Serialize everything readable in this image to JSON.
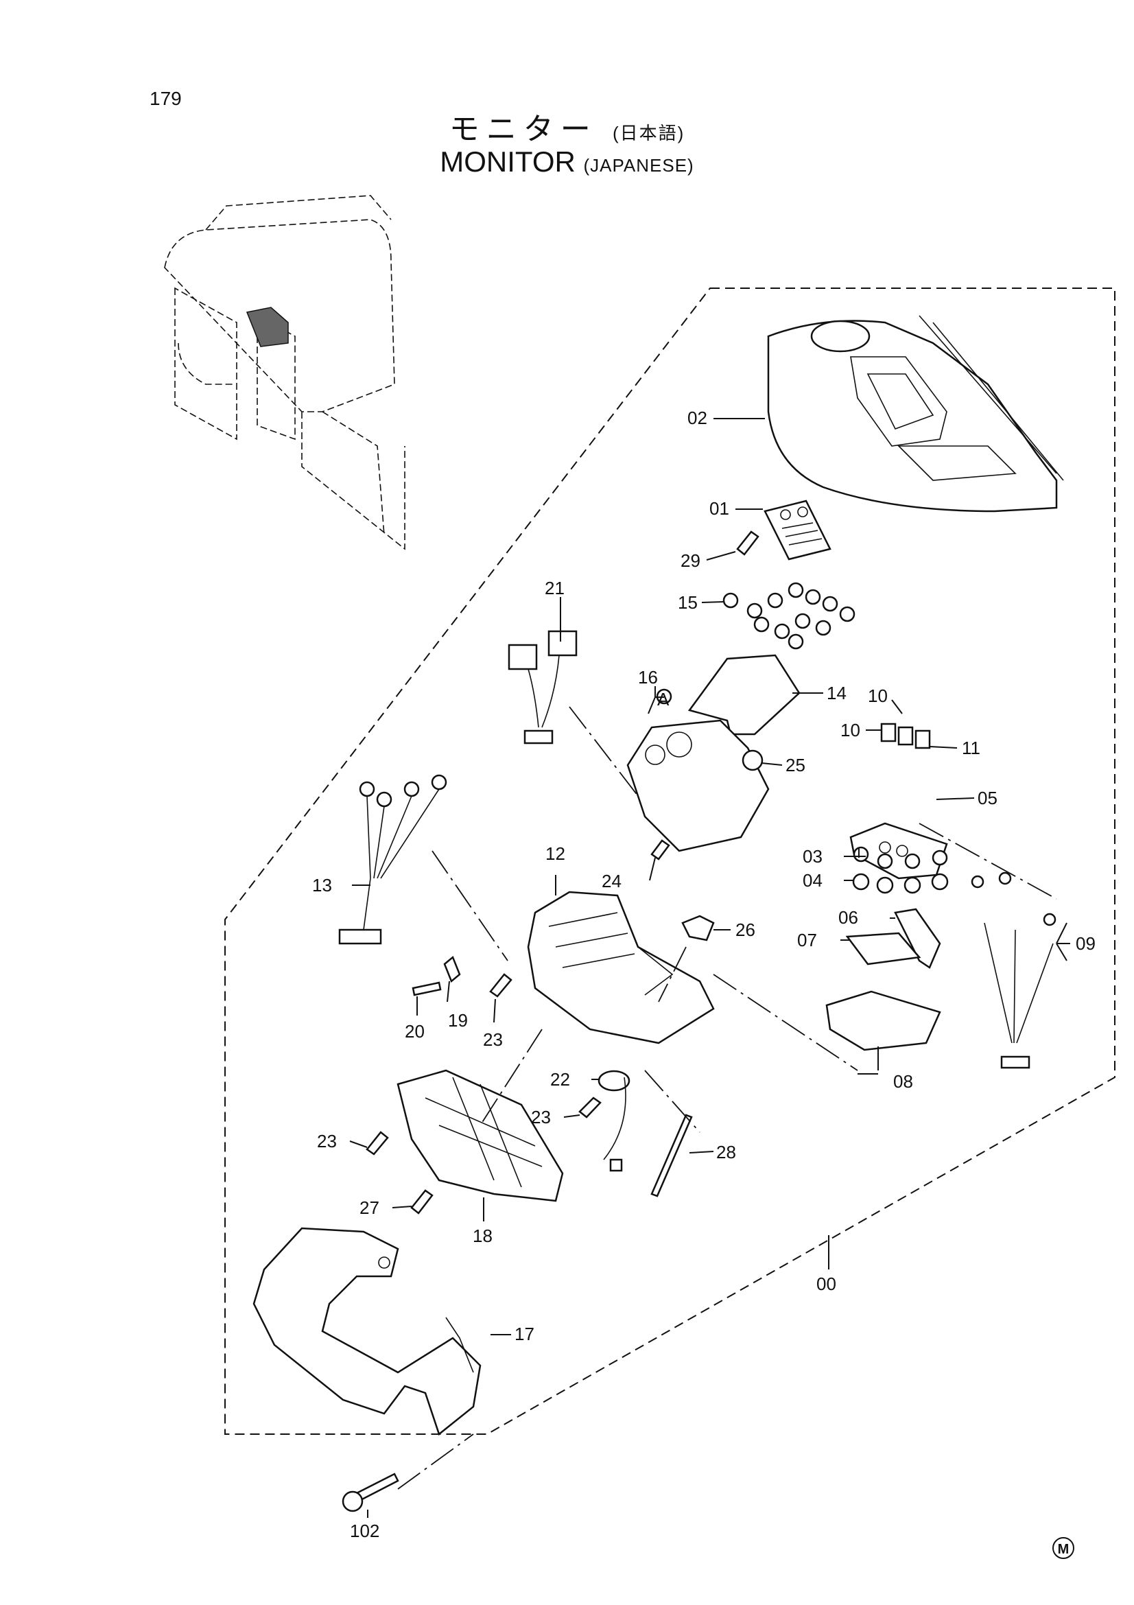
{
  "page": {
    "number": "179",
    "title_jp": "モニター",
    "title_jp_sub": "(日本語)",
    "title_en": "MONITOR",
    "title_en_sub": "(JAPANESE)",
    "corner_mark": "M"
  },
  "callouts": {
    "c00": "00",
    "c01": "01",
    "c02": "02",
    "c03": "03",
    "c04": "04",
    "c05": "05",
    "c06": "06",
    "c07": "07",
    "c08": "08",
    "c09": "09",
    "c10a": "10",
    "c10b": "10",
    "c11": "11",
    "c12": "12",
    "c13": "13",
    "c14": "14",
    "c15": "15",
    "c16": "16",
    "c16a": "A",
    "c17": "17",
    "c18": "18",
    "c19": "19",
    "c20": "20",
    "c21": "21",
    "c22": "22",
    "c23a": "23",
    "c23b": "23",
    "c23c": "23",
    "c24": "24",
    "c25": "25",
    "c26": "26",
    "c27": "27",
    "c28": "28",
    "c29": "29",
    "c102": "102"
  }
}
